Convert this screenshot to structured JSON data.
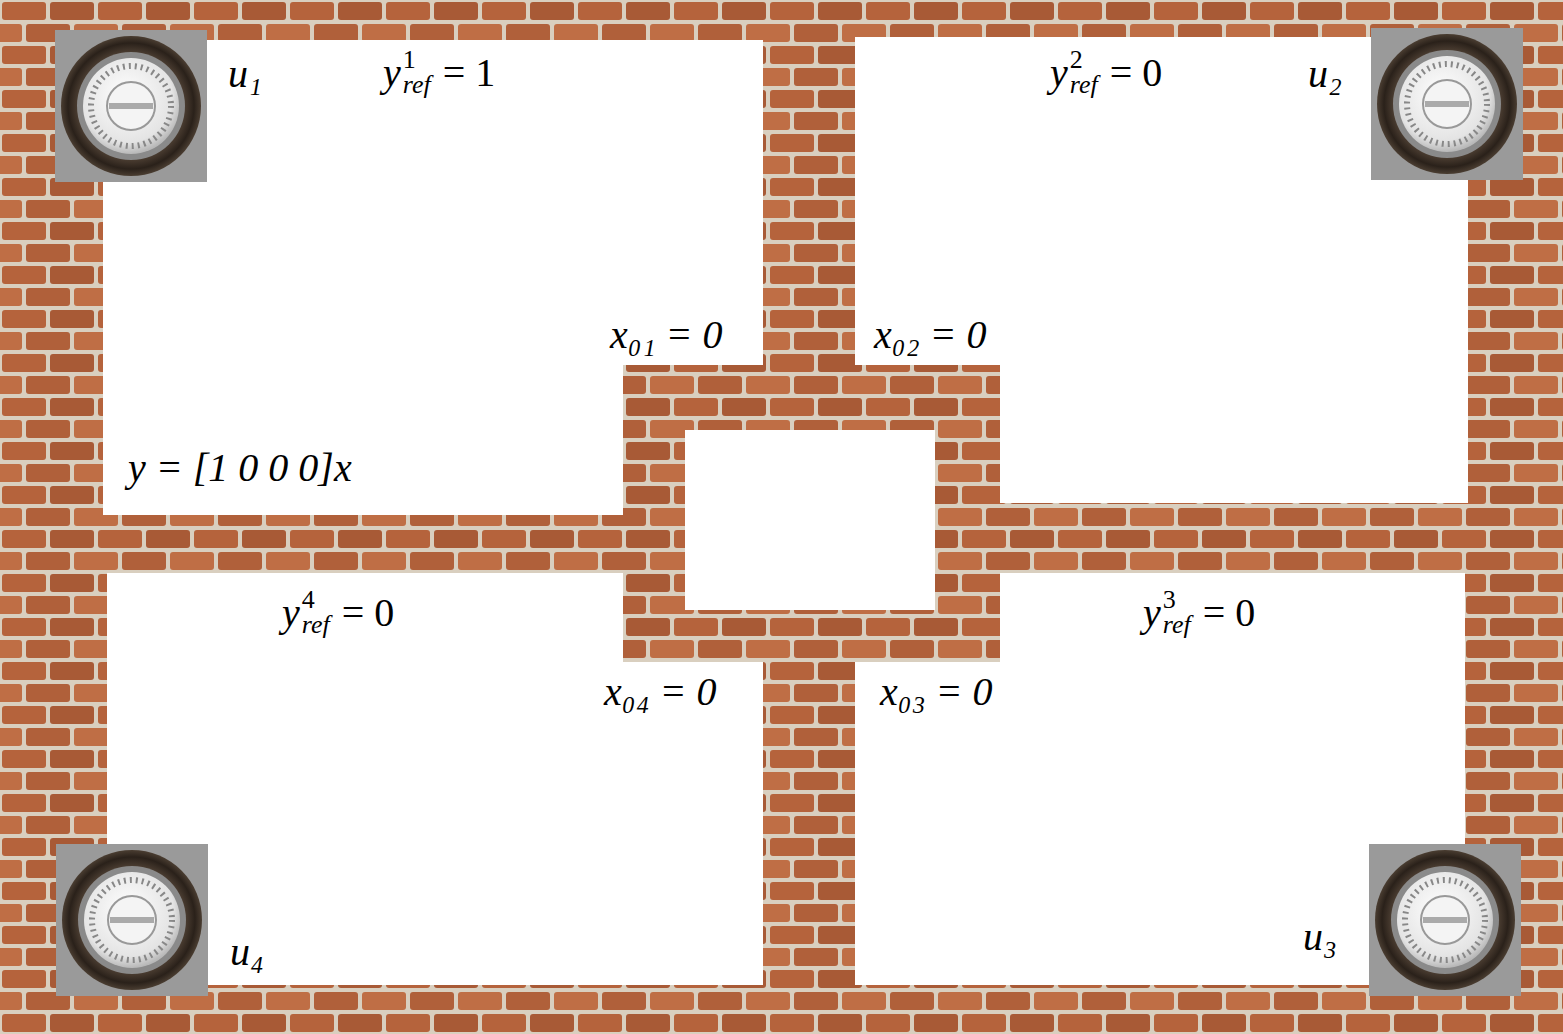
{
  "diagram": {
    "labels": [
      "u₁",
      "y",
      "1",
      "ref",
      "= 1",
      "y",
      "2",
      "ref",
      "= 0",
      "u₂",
      "x₀₁ = 0",
      "x₀₂ = 0",
      "y = [1  0  0  0]x",
      "y",
      "4",
      "ref",
      "= 0",
      "y",
      "3",
      "ref",
      "= 0",
      "x₀₄ = 0",
      "x₀₃ = 0",
      "u₄",
      "u₃"
    ]
  }
}
